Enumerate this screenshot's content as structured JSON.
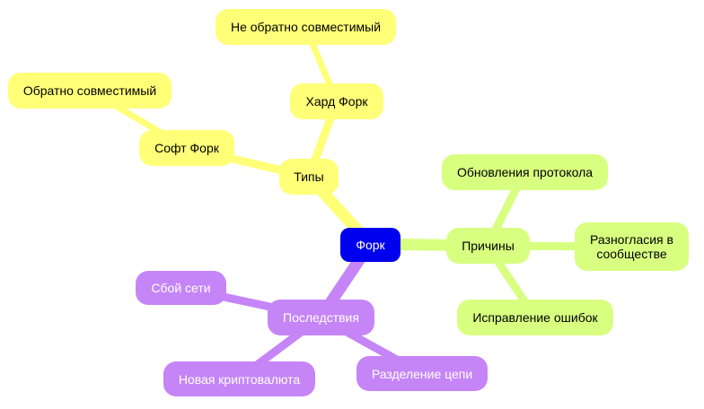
{
  "colors": {
    "root": "#0000ee",
    "types_branch": "#ffff78",
    "reasons_branch": "#d8ff80",
    "consequences_branch": "#c585f7"
  },
  "root": {
    "label": "Форк"
  },
  "types": {
    "label": "Типы",
    "hard_fork": {
      "label": "Хард Форк",
      "child": "Не обратно совместимый"
    },
    "soft_fork": {
      "label": "Софт Форк",
      "child": "Обратно совместимый"
    }
  },
  "reasons": {
    "label": "Причины",
    "items": [
      "Обновления протокола",
      "Разногласия в сообществе",
      "Исправление ошибок"
    ]
  },
  "consequences": {
    "label": "Последствия",
    "items": [
      "Сбой сети",
      "Новая криптовалюта",
      "Разделение цепи"
    ]
  }
}
